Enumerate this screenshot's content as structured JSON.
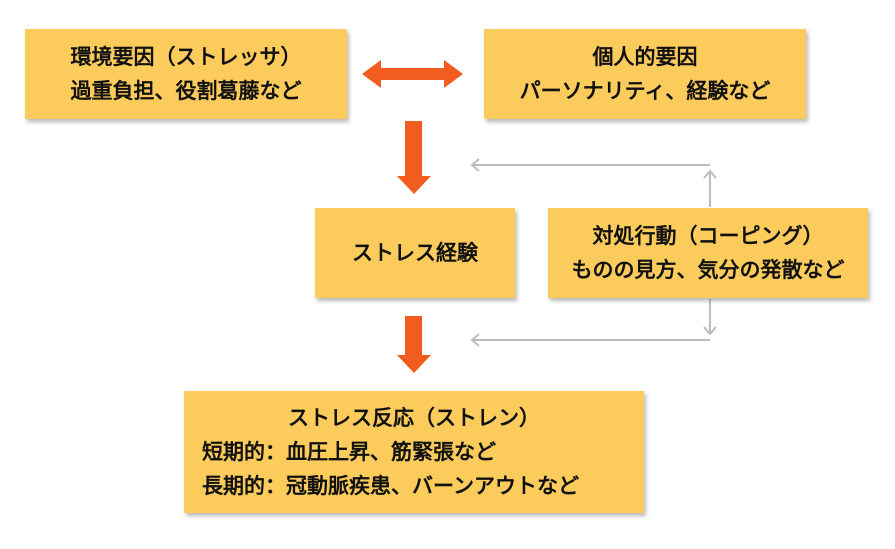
{
  "colors": {
    "box_fill": "#FBCB5C",
    "main_arrow": "#F25C1E",
    "feedback_arrow": "#BDBDBD"
  },
  "boxes": {
    "environment": {
      "line1": "環境要因（ストレッサ）",
      "line2": "過重負担、役割葛藤など"
    },
    "personal": {
      "line1": "個人的要因",
      "line2": "パーソナリティ、経験など"
    },
    "experience": {
      "line1": "ストレス経験"
    },
    "coping": {
      "line1": "対処行動（コーピング）",
      "line2": "ものの見方、気分の発散など"
    },
    "response": {
      "line1": "ストレス反応（ストレン）",
      "line2": "短期的：血圧上昇、筋緊張など",
      "line3": "長期的：冠動脈疾患、バーンアウトなど"
    }
  }
}
